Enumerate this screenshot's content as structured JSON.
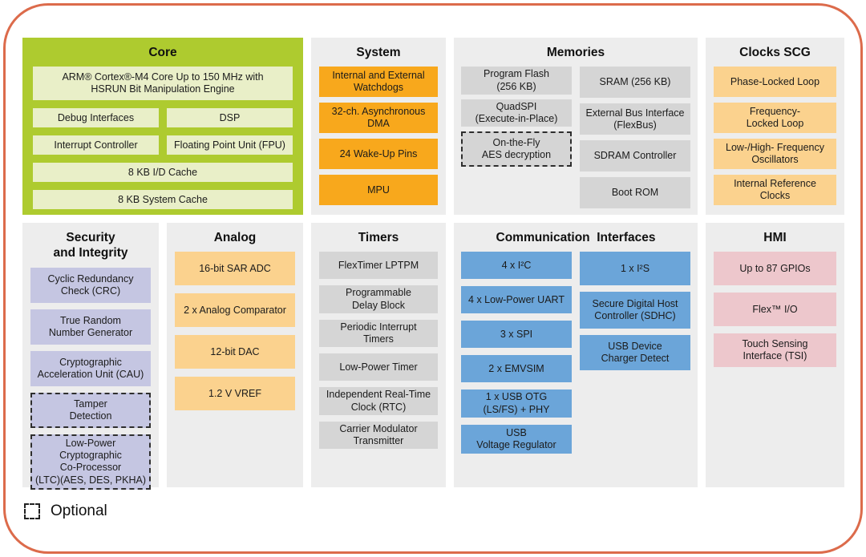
{
  "colors": {
    "page_border": "#DC6B4B",
    "panel_background": "#EDEDED",
    "core_panel": "#AECB2F",
    "core_block": "#E9EFC8",
    "system_block": "#F8A81C",
    "memory_timer_block": "#D5D5D5",
    "clock_analog_block": "#FBD28E",
    "security_block": "#C5C6E2",
    "comm_block": "#6BA5D9",
    "hmi_block": "#EDC7CC"
  },
  "core": {
    "title": "Core",
    "blocks": [
      "ARM® Cortex®-M4 Core Up to 150 MHz with\nHSRUN Bit Manipulation Engine",
      "Debug Interfaces",
      "DSP",
      "Interrupt Controller",
      "Floating Point Unit (FPU)",
      "8 KB I/D Cache",
      "8 KB System Cache"
    ]
  },
  "system": {
    "title": "System",
    "blocks": [
      "Internal and External\nWatchdogs",
      "32-ch. Asynchronous\nDMA",
      "24 Wake-Up Pins",
      "MPU"
    ]
  },
  "memories": {
    "title": "Memories",
    "left": [
      "Program Flash\n(256 KB)",
      "QuadSPI\n(Execute-in-Place)",
      "On-the-Fly\nAES decryption"
    ],
    "right": [
      "SRAM (256 KB)",
      "External Bus Interface\n(FlexBus)",
      "SDRAM Controller",
      "Boot ROM"
    ]
  },
  "clocks": {
    "title": "Clocks SCG",
    "blocks": [
      "Phase-Locked Loop",
      "Frequency-\nLocked Loop",
      "Low-/High- Frequency\nOscillators",
      "Internal Reference\nClocks"
    ]
  },
  "security": {
    "title": "Security\nand Integrity",
    "blocks": [
      "Cyclic Redundancy\nCheck (CRC)",
      "True Random\nNumber Generator",
      "Cryptographic\nAcceleration Unit (CAU)",
      "Tamper\nDetection",
      "Low-Power Cryptographic\nCo-Processor\n(LTC)(AES, DES, PKHA)"
    ]
  },
  "analog": {
    "title": "Analog",
    "blocks": [
      "16-bit SAR ADC",
      "2 x Analog Comparator",
      "12-bit DAC",
      "1.2 V VREF"
    ]
  },
  "timers": {
    "title": "Timers",
    "blocks": [
      "FlexTimer LPTPM",
      "Programmable\nDelay Block",
      "Periodic Interrupt\nTimers",
      "Low-Power Timer",
      "Independent Real-Time\nClock (RTC)",
      "Carrier Modulator\nTransmitter"
    ]
  },
  "comm": {
    "title": "Communication  Interfaces",
    "left": [
      "4 x I²C",
      "4 x Low-Power UART",
      "3 x SPI",
      "2 x EMVSIM",
      "1 x USB OTG\n(LS/FS) + PHY",
      "USB\nVoltage Regulator"
    ],
    "right": [
      "1 x I²S",
      "Secure Digital Host\nController (SDHC)",
      "USB Device\nCharger Detect"
    ]
  },
  "hmi": {
    "title": "HMI",
    "blocks": [
      "Up to 87 GPIOs",
      "Flex™ I/O",
      "Touch Sensing\nInterface (TSI)"
    ]
  },
  "legend": {
    "label": "Optional"
  }
}
